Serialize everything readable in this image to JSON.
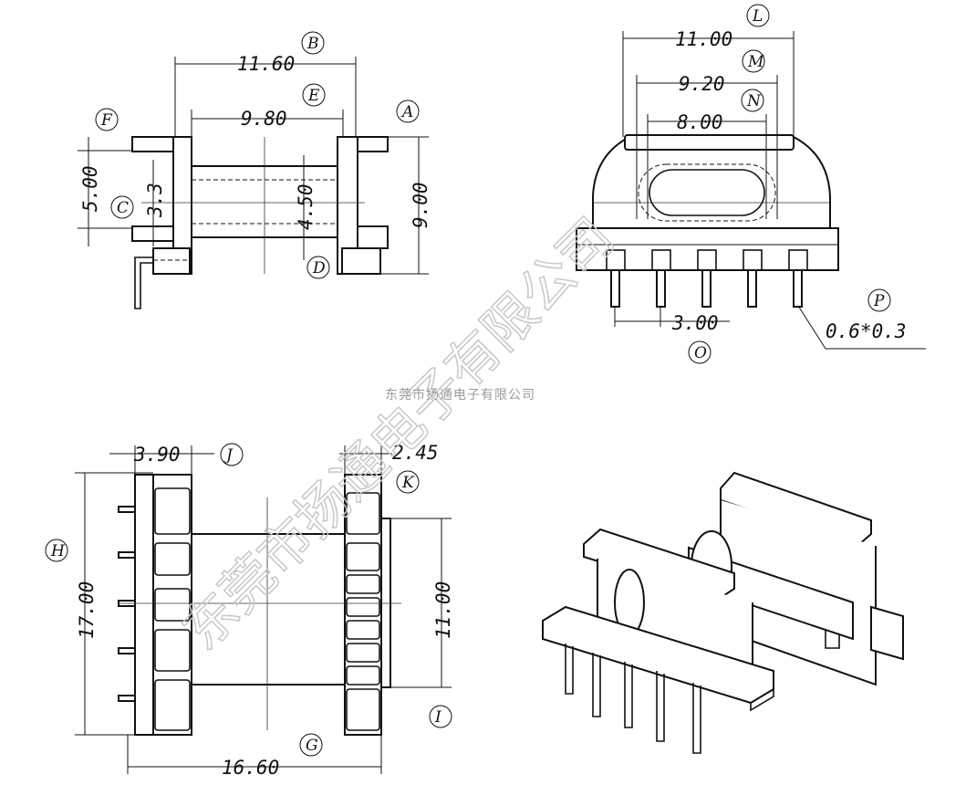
{
  "labels": {
    "A": "A",
    "B": "B",
    "C": "C",
    "D": "D",
    "E": "E",
    "F": "F",
    "G": "G",
    "H": "H",
    "I": "I",
    "J": "J",
    "K": "K",
    "L": "L",
    "M": "M",
    "N": "N",
    "O": "O",
    "P": "P"
  },
  "dimensions": {
    "top_left": {
      "width_b": "11.60",
      "width_e": "9.80",
      "height_f": "5.00",
      "height_c": "3.3",
      "height_d": "4.50",
      "height_a": "9.00"
    },
    "top_right": {
      "width_l": "11.00",
      "width_m": "9.20",
      "width_n": "8.00",
      "pitch_o": "3.00",
      "pin_p": "0.6*0.3"
    },
    "bottom_left": {
      "offset_j": "3.90",
      "offset_k": "2.45",
      "height_h": "17.00",
      "height_i": "11.00",
      "width_g": "16.60"
    }
  },
  "watermark": {
    "large": "东莞市扬通电子有限公司",
    "small": "东莞市扬通电子有限公司"
  }
}
